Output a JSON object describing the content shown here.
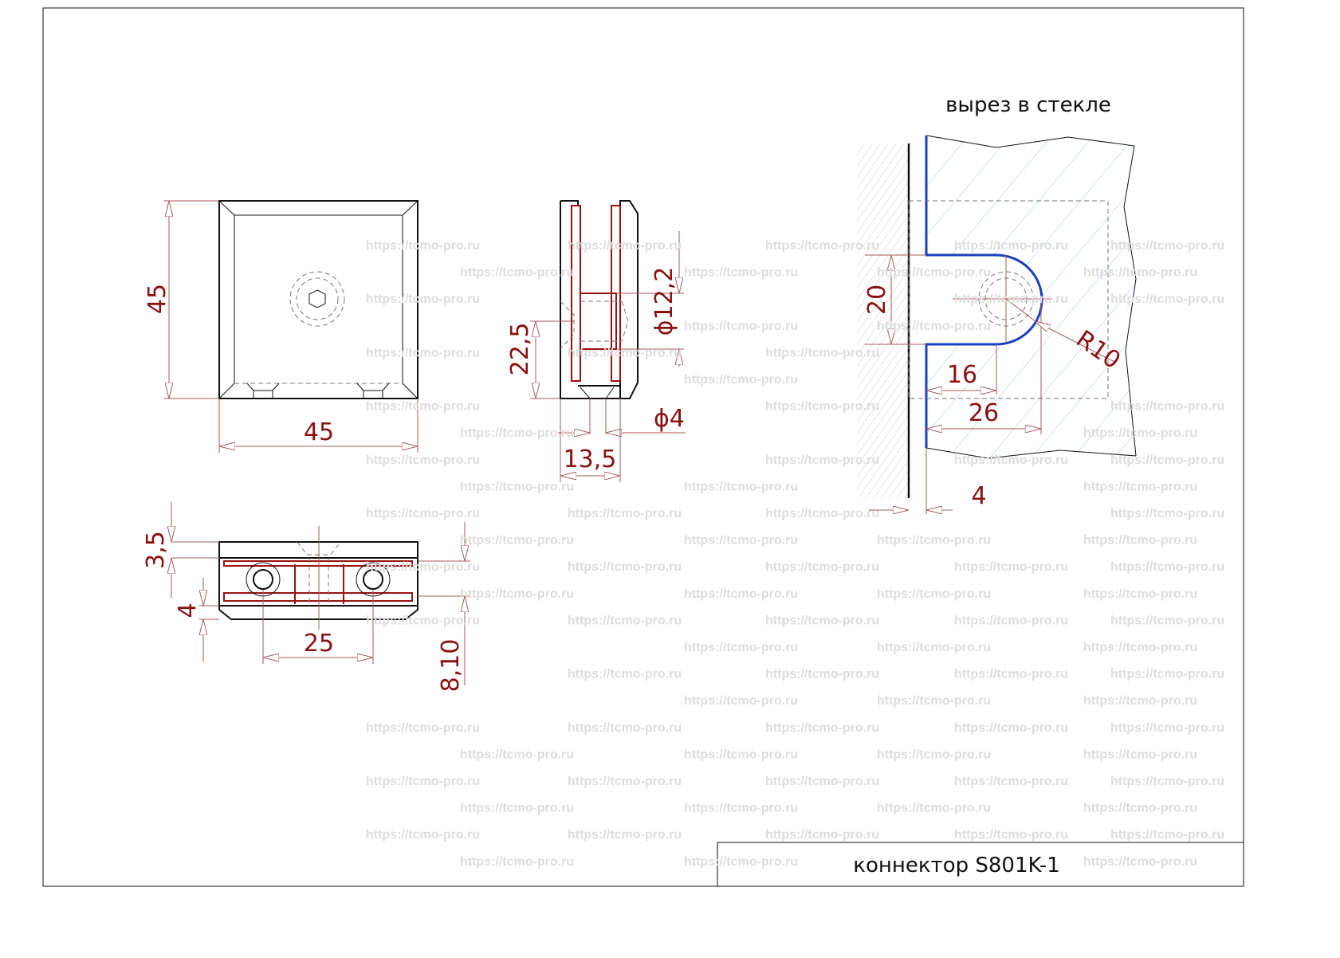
{
  "watermark": "https://tcmo-pro.ru",
  "cutout_title": "вырез в стекле",
  "title_block": "коннектор S801K-1",
  "front_view": {
    "height": "45",
    "width": "45"
  },
  "side_view": {
    "screw_offset": "22,5",
    "hole_diameter": "ϕ12,2",
    "bolt_diameter": "ϕ4",
    "depth": "13,5"
  },
  "bottom_view": {
    "top_thickness": "3,5",
    "bottom_thickness": "4",
    "hole_spacing": "25",
    "glass_thickness": "8,10"
  },
  "cutout_view": {
    "cut_width": "20",
    "center_offset": "16",
    "cut_depth": "26",
    "radius": "R10",
    "gap": "4"
  },
  "colors": {
    "dimension": "#8b1010",
    "cutout": "#1a3fbf",
    "glass_hatch": "#9cc8e8"
  }
}
